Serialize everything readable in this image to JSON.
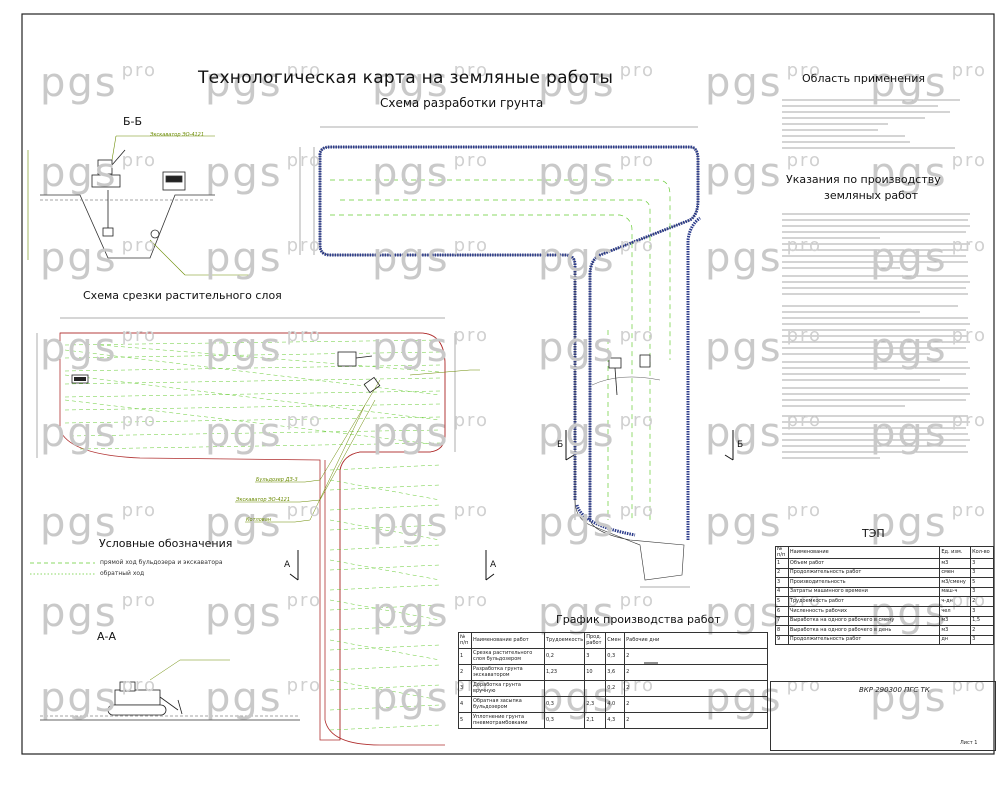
{
  "watermark": {
    "brand": "pgs",
    "suffix": "pro"
  },
  "titles": {
    "main": "Технологическая карта на земляные работы",
    "scheme_excavation": "Схема разработки грунта",
    "section_bb": "Б-Б",
    "scheme_topsoil": "Схема срезки растительного слоя",
    "legend": "Условные обозначения",
    "section_aa": "А-А",
    "area_of_application": "Область применения",
    "instructions_line1": "Указания по производству",
    "instructions_line2": "земляных работ",
    "tep": "ТЭП",
    "schedule": "График производства работ"
  },
  "legend": {
    "item1": "прямой ход бульдозера и экскаватора",
    "item2": "обратный ход"
  },
  "section_marks": {
    "a": "А",
    "b": "Б"
  },
  "callouts": {
    "bulldozer": "Бульдозер ДЗ-3",
    "excavator_bb": "Экскаватор ЭО-4121",
    "excavator_strip": "Экскаватор ЭО-4121",
    "trench": "Котлован"
  },
  "tep_table": {
    "headers": [
      "№ п/п",
      "Наименование",
      "Ед. изм.",
      "Кол-во"
    ],
    "rows": [
      [
        "1",
        "Объем работ",
        "м3",
        "3"
      ],
      [
        "2",
        "Продолжительность работ",
        "смен",
        "3"
      ],
      [
        "3",
        "Производительность",
        "м3/смену",
        "5"
      ],
      [
        "4",
        "Затраты машинного времени",
        "маш-ч",
        "3"
      ],
      [
        "5",
        "Трудоемкость работ",
        "ч-дн",
        "2"
      ],
      [
        "6",
        "Численность рабочих",
        "чел",
        "3"
      ],
      [
        "7",
        "Выработка на одного рабочего в смену",
        "м3",
        "1,5"
      ],
      [
        "8",
        "Выработка на одного рабочего в день",
        "м3",
        "2"
      ],
      [
        "9",
        "Продолжительность работ",
        "дн",
        "3"
      ]
    ]
  },
  "schedule_table": {
    "headers": [
      "№ п/п",
      "Наименование работ",
      "Трудоемкость",
      "Прод. работ",
      "Смен",
      "Рабочие дни"
    ],
    "rows": [
      [
        "1",
        "Срезка растительного слоя бульдозером",
        "0,2",
        "3",
        "0,3",
        "2"
      ],
      [
        "2",
        "Разработка грунта экскаватором",
        "1,23",
        "10",
        "3,6",
        "2"
      ],
      [
        "3",
        "Доработка грунта вручную",
        "",
        "",
        "0,2",
        "2"
      ],
      [
        "4",
        "Обратная засыпка бульдозером",
        "0,3",
        "2,3",
        "4,0",
        "2"
      ],
      [
        "5",
        "Уплотнение грунта пневмотрамбовками",
        "0,3",
        "2,1",
        "4,3",
        "2"
      ]
    ]
  },
  "stamp": {
    "code": "ВКР 290300 ПГС ТК",
    "sheet": "Лист 1"
  }
}
